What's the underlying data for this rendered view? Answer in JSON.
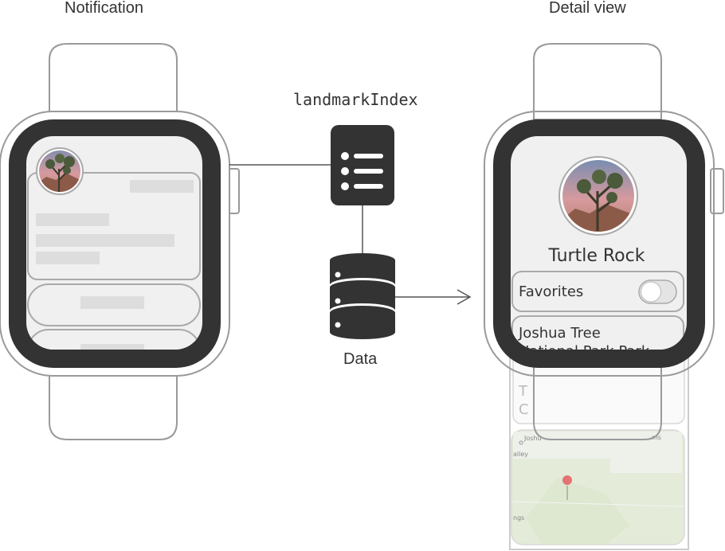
{
  "titles": {
    "notification": "Notification",
    "detail_view": "Detail view"
  },
  "center": {
    "index_label": "landmarkIndex",
    "data_label": "Data"
  },
  "detail": {
    "landmark_name": "Turtle Rock",
    "favorites_label": "Favorites",
    "favorites_on": false,
    "park_name_line1": "Joshua Tree",
    "park_name_line2": "National Park Park",
    "hidden_row_line1": "T",
    "hidden_row_line2": "C",
    "map_labels": {
      "top_left": "Joshu",
      "top_right": "ms",
      "left": "alley",
      "bottom_left": "ngs"
    }
  },
  "colors": {
    "bezel": "#333333",
    "screen": "#f0f0f0",
    "outline": "#aaaaaa",
    "placeholder": "#dddddd",
    "pin": "#e57373"
  }
}
